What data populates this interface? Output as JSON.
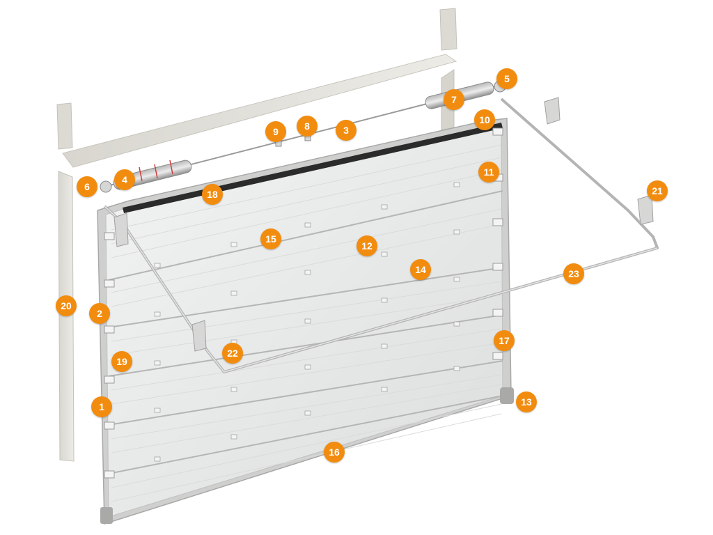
{
  "colors": {
    "callout": "#f28c0f",
    "panel": "#e9eaea",
    "frame": "#c9c9c6",
    "trim": "#e2e0d8",
    "seal": "#2b2b2b",
    "spring_red": "#d23c3c"
  },
  "callouts": [
    {
      "id": "1",
      "label": "1"
    },
    {
      "id": "2",
      "label": "2"
    },
    {
      "id": "3",
      "label": "3"
    },
    {
      "id": "4",
      "label": "4"
    },
    {
      "id": "5",
      "label": "5"
    },
    {
      "id": "6",
      "label": "6"
    },
    {
      "id": "7",
      "label": "7"
    },
    {
      "id": "8",
      "label": "8"
    },
    {
      "id": "9",
      "label": "9"
    },
    {
      "id": "10",
      "label": "10"
    },
    {
      "id": "11",
      "label": "11"
    },
    {
      "id": "12",
      "label": "12"
    },
    {
      "id": "13",
      "label": "13"
    },
    {
      "id": "14",
      "label": "14"
    },
    {
      "id": "15",
      "label": "15"
    },
    {
      "id": "16",
      "label": "16"
    },
    {
      "id": "17",
      "label": "17"
    },
    {
      "id": "18",
      "label": "18"
    },
    {
      "id": "19",
      "label": "19"
    },
    {
      "id": "20",
      "label": "20"
    },
    {
      "id": "21",
      "label": "21"
    },
    {
      "id": "22",
      "label": "22"
    },
    {
      "id": "23",
      "label": "23"
    }
  ]
}
